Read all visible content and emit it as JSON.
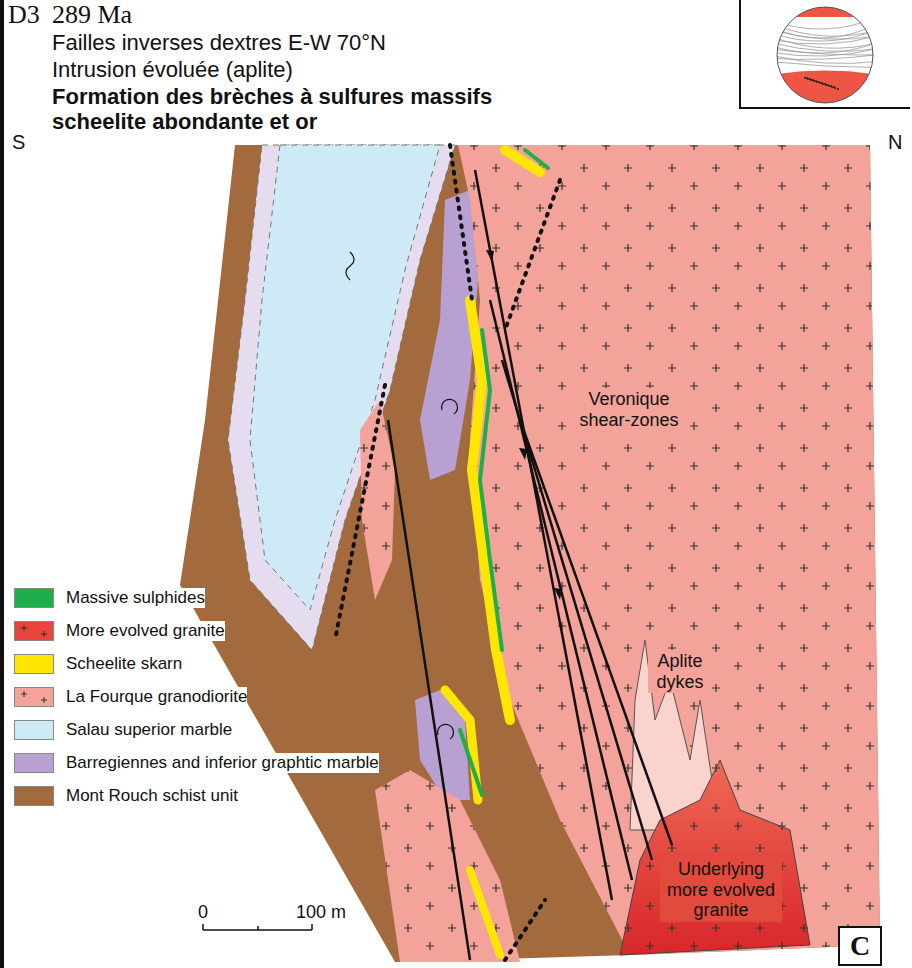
{
  "diagram": {
    "title": "D3",
    "nodes": [
      {
        "text": [
          "C"
        ]
      }
    ],
    "labels": [
      "289 Ma",
      "Failles inverses dextres E-W 70°N",
      "Intrusion évoluée (aplite)",
      "Formation des brèches à sulfures massifs scheelite abondante et or",
      "S",
      "N",
      "Veronique shear-zones",
      "Aplite dykes",
      "Underlying more evolved granite",
      "0",
      "100 m"
    ],
    "legend": [
      {
        "text": "Massive sulphides",
        "color": "#1fae4b"
      },
      {
        "text": "More evolved granite",
        "color": "#e8453f"
      },
      {
        "text": "Scheelite skarn",
        "color": "#ffe600"
      },
      {
        "text": "La Fourque granodiorite",
        "color": "#f4a39b"
      },
      {
        "text": "Salau superior marble",
        "color": "#cfeaf7"
      },
      {
        "text": "Barregiennes and inferior graphtic marble",
        "color": "#b9a0d2"
      },
      {
        "text": "Mont Rouch schist unit",
        "color": "#a36a3e"
      }
    ]
  }
}
